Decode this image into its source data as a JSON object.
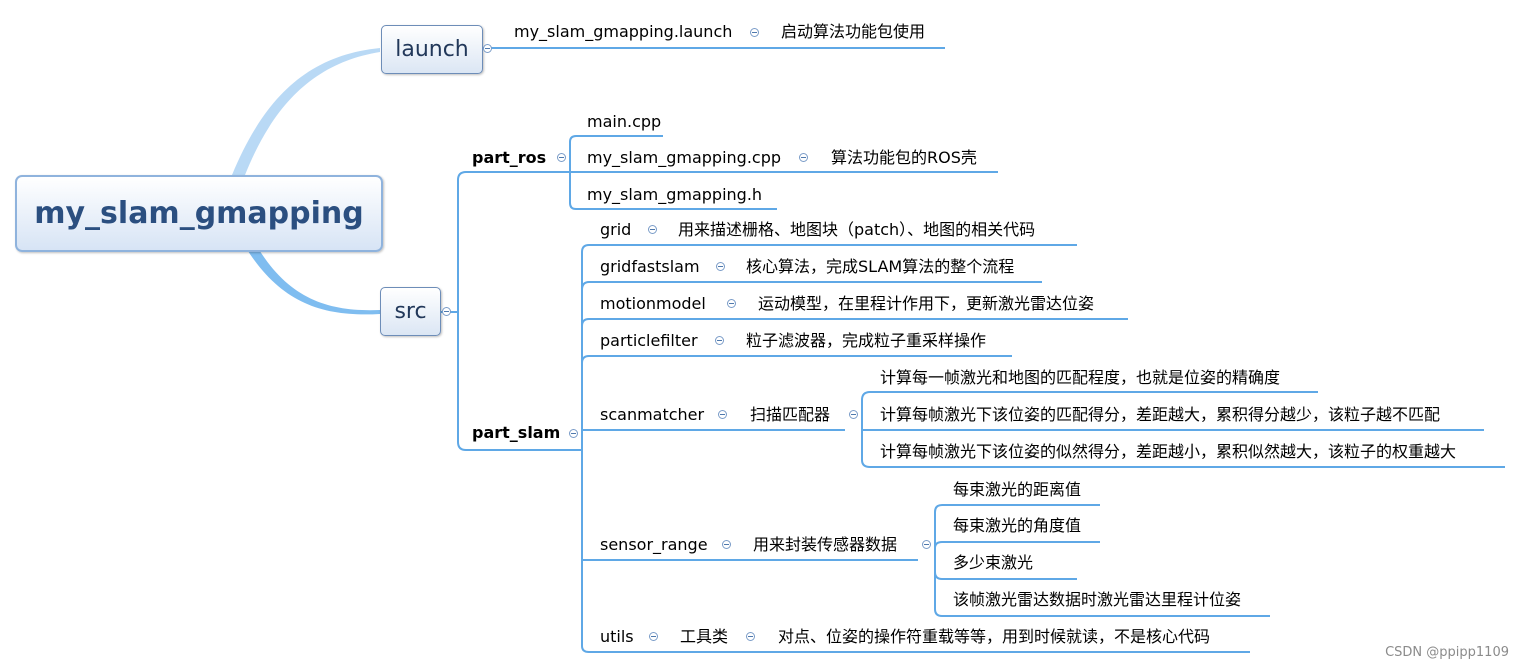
{
  "root": "my_slam_gmapping",
  "launch": {
    "label": "launch",
    "file": "my_slam_gmapping.launch",
    "desc": "启动算法功能包使用"
  },
  "src": {
    "label": "src",
    "part_ros": {
      "label": "part_ros",
      "items": [
        {
          "name": "main.cpp"
        },
        {
          "name": "my_slam_gmapping.cpp",
          "desc": "算法功能包的ROS壳"
        },
        {
          "name": "my_slam_gmapping.h"
        }
      ]
    },
    "part_slam": {
      "label": "part_slam",
      "grid": {
        "name": "grid",
        "desc": "用来描述栅格、地图块（patch）、地图的相关代码"
      },
      "gridfastslam": {
        "name": "gridfastslam",
        "desc": "核心算法，完成SLAM算法的整个流程"
      },
      "motionmodel": {
        "name": "motionmodel",
        "desc": "运动模型，在里程计作用下，更新激光雷达位姿"
      },
      "particlefilter": {
        "name": "particlefilter",
        "desc": "粒子滤波器，完成粒子重采样操作"
      },
      "scanmatcher": {
        "name": "scanmatcher",
        "desc": "扫描匹配器",
        "details": [
          "计算每一帧激光和地图的匹配程度，也就是位姿的精确度",
          "计算每帧激光下该位姿的匹配得分，差距越大，累积得分越少，该粒子越不匹配",
          "计算每帧激光下该位姿的似然得分，差距越小，累积似然越大，该粒子的权重越大"
        ]
      },
      "sensor_range": {
        "name": "sensor_range",
        "desc": "用来封装传感器数据",
        "details": [
          "每束激光的距离值",
          "每束激光的角度值",
          "多少束激光",
          "该帧激光雷达数据时激光雷达里程计位姿"
        ]
      },
      "utils": {
        "name": "utils",
        "desc": "工具类",
        "note": "对点、位姿的操作符重载等等，用到时候就读，不是核心代码"
      }
    }
  },
  "watermark": "CSDN @ppipp1109"
}
